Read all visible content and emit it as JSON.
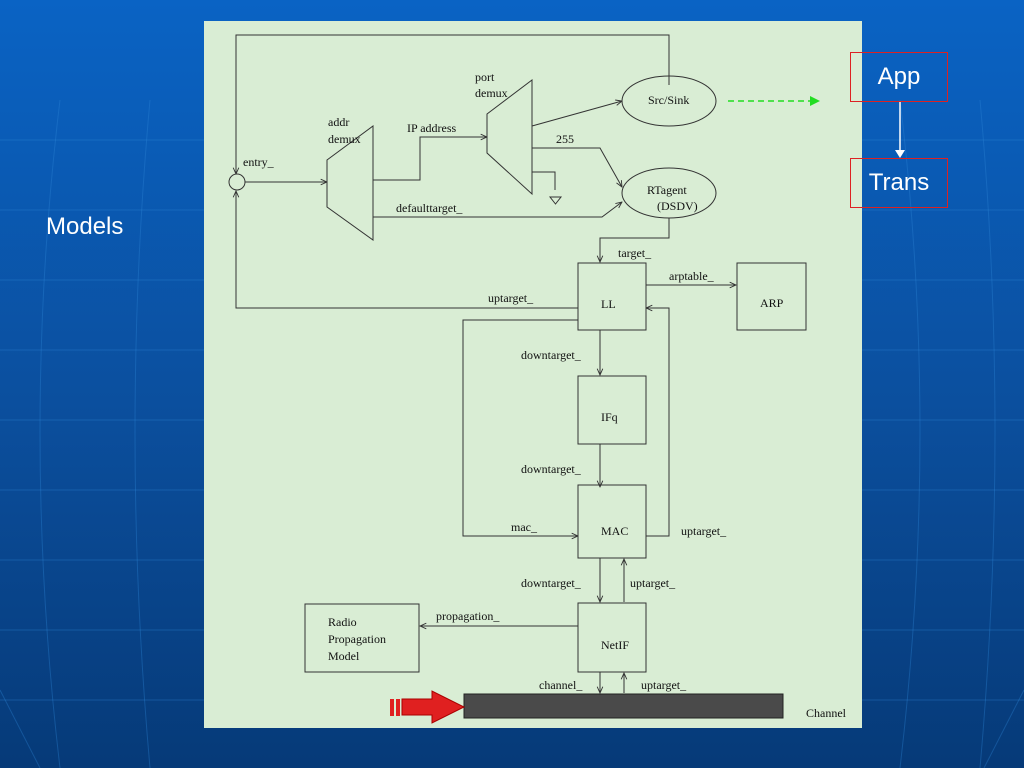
{
  "slide": {
    "title": "Models"
  },
  "legend": {
    "app": "App",
    "trans": "Trans"
  },
  "diagram": {
    "port_demux_1": "port",
    "port_demux_2": "demux",
    "addr_demux_1": "addr",
    "addr_demux_2": "demux",
    "ip_address": "IP address",
    "entry": "entry_",
    "src_sink": "Src/Sink",
    "num_255": "255",
    "rtagent_1": "RTagent",
    "rtagent_2": "(DSDV)",
    "defaulttarget": "defaulttarget_",
    "target": "target_",
    "ll": "LL",
    "arptable": "arptable_",
    "arp": "ARP",
    "uptarget_ll": "uptarget_",
    "downtarget_1": "downtarget_",
    "ifq": "IFq",
    "downtarget_2": "downtarget_",
    "mac_link": "mac_",
    "mac": "MAC",
    "uptarget_mac": "uptarget_",
    "downtarget_3": "downtarget_",
    "uptarget_netif": "uptarget_",
    "propagation": "propagation_",
    "radio_1": "Radio",
    "radio_2": "Propagation",
    "radio_3": "Model",
    "netif": "NetIF",
    "channel_link": "channel_",
    "uptarget_channel": "uptarget_",
    "channel": "Channel"
  },
  "colors": {
    "panel": "#d9edd4",
    "line": "#333333",
    "channel_bar": "#4a4a4a",
    "red_arrow": "#e02020",
    "green_dash": "#22dd22",
    "legend_border": "#dd2222"
  }
}
